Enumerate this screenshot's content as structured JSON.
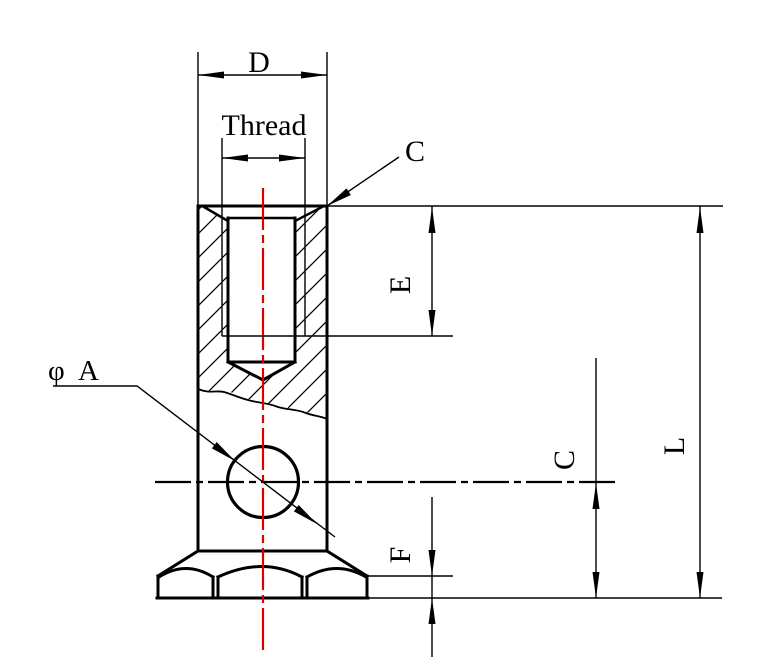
{
  "drawing": {
    "type": "engineering-section-view",
    "labels": {
      "d": "D",
      "thread": "Thread",
      "chamfer_c": "C",
      "thread_depth_e": "E",
      "hole_diameter": "φ A",
      "center_height_c": "C",
      "overall_length_l": "L",
      "base_height_f": "F"
    },
    "colors": {
      "outline": "#000000",
      "centerline_red": "#dd0000",
      "background": "#ffffff"
    }
  }
}
